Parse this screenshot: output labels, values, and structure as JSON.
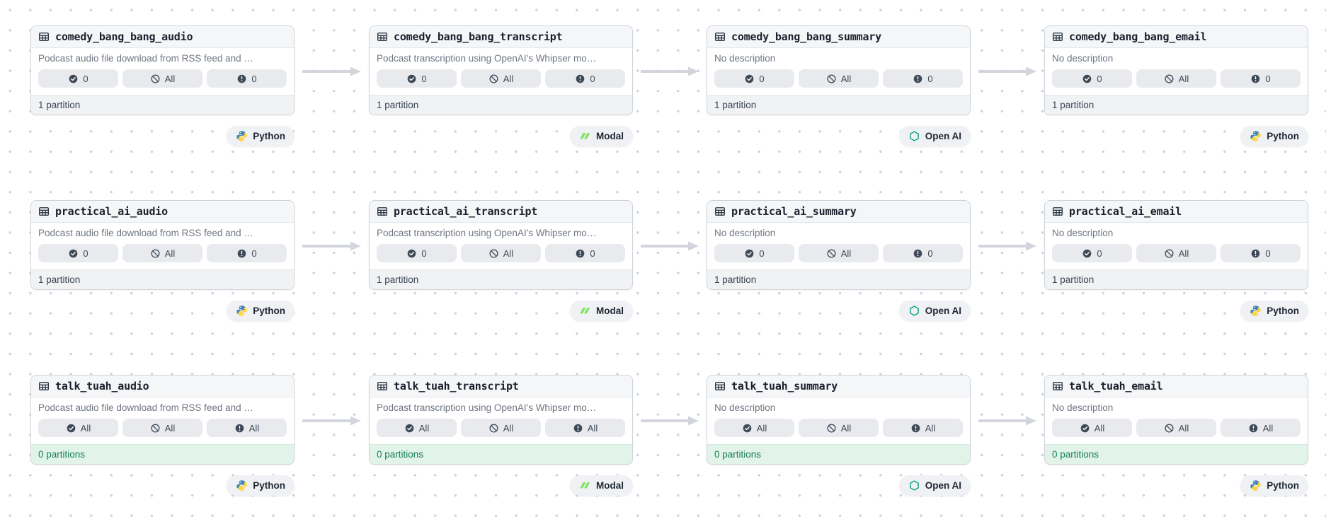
{
  "colors": {
    "arrow": "#d2d6dc",
    "dot": "#ccd0d8",
    "card-border": "#cfd4db",
    "header-bg": "#f5f6f8",
    "badge-bg": "#e8eaee",
    "footer-bg": "#f0f2f4",
    "footer-green-bg": "#e2f3e9",
    "footer-green-text": "#158055",
    "python-blue": "#4584b6",
    "python-yellow": "#ffd43b",
    "modal-green": "#7fe35f",
    "openai-green": "#10a37f"
  },
  "cards": [
    {
      "title": "comedy_bang_bang_audio",
      "description": "Podcast audio file download from RSS feed and …",
      "badges": [
        {
          "icon": "check-circle",
          "value": "0"
        },
        {
          "icon": "slash-circle",
          "value": "All"
        },
        {
          "icon": "alert-circle",
          "value": "0"
        }
      ],
      "footer": {
        "text": "1 partition",
        "variant": "default"
      },
      "tag": {
        "label": "Python",
        "icon": "python"
      }
    },
    {
      "title": "comedy_bang_bang_transcript",
      "description": "Podcast transcription using OpenAI's Whipser mo…",
      "badges": [
        {
          "icon": "check-circle",
          "value": "0"
        },
        {
          "icon": "slash-circle",
          "value": "All"
        },
        {
          "icon": "alert-circle",
          "value": "0"
        }
      ],
      "footer": {
        "text": "1 partition",
        "variant": "default"
      },
      "tag": {
        "label": "Modal",
        "icon": "modal"
      }
    },
    {
      "title": "comedy_bang_bang_summary",
      "description": "No description",
      "badges": [
        {
          "icon": "check-circle",
          "value": "0"
        },
        {
          "icon": "slash-circle",
          "value": "All"
        },
        {
          "icon": "alert-circle",
          "value": "0"
        }
      ],
      "footer": {
        "text": "1 partition",
        "variant": "default"
      },
      "tag": {
        "label": "Open AI",
        "icon": "openai"
      }
    },
    {
      "title": "comedy_bang_bang_email",
      "description": "No description",
      "badges": [
        {
          "icon": "check-circle",
          "value": "0"
        },
        {
          "icon": "slash-circle",
          "value": "All"
        },
        {
          "icon": "alert-circle",
          "value": "0"
        }
      ],
      "footer": {
        "text": "1 partition",
        "variant": "default"
      },
      "tag": {
        "label": "Python",
        "icon": "python"
      }
    },
    {
      "title": "practical_ai_audio",
      "description": "Podcast audio file download from RSS feed and …",
      "badges": [
        {
          "icon": "check-circle",
          "value": "0"
        },
        {
          "icon": "slash-circle",
          "value": "All"
        },
        {
          "icon": "alert-circle",
          "value": "0"
        }
      ],
      "footer": {
        "text": "1 partition",
        "variant": "default"
      },
      "tag": {
        "label": "Python",
        "icon": "python"
      }
    },
    {
      "title": "practical_ai_transcript",
      "description": "Podcast transcription using OpenAI's Whipser mo…",
      "badges": [
        {
          "icon": "check-circle",
          "value": "0"
        },
        {
          "icon": "slash-circle",
          "value": "All"
        },
        {
          "icon": "alert-circle",
          "value": "0"
        }
      ],
      "footer": {
        "text": "1 partition",
        "variant": "default"
      },
      "tag": {
        "label": "Modal",
        "icon": "modal"
      }
    },
    {
      "title": "practical_ai_summary",
      "description": "No description",
      "badges": [
        {
          "icon": "check-circle",
          "value": "0"
        },
        {
          "icon": "slash-circle",
          "value": "All"
        },
        {
          "icon": "alert-circle",
          "value": "0"
        }
      ],
      "footer": {
        "text": "1 partition",
        "variant": "default"
      },
      "tag": {
        "label": "Open AI",
        "icon": "openai"
      }
    },
    {
      "title": "practical_ai_email",
      "description": "No description",
      "badges": [
        {
          "icon": "check-circle",
          "value": "0"
        },
        {
          "icon": "slash-circle",
          "value": "All"
        },
        {
          "icon": "alert-circle",
          "value": "0"
        }
      ],
      "footer": {
        "text": "1 partition",
        "variant": "default"
      },
      "tag": {
        "label": "Python",
        "icon": "python"
      }
    },
    {
      "title": "talk_tuah_audio",
      "description": "Podcast audio file download from RSS feed and …",
      "badges": [
        {
          "icon": "check-circle",
          "value": "All"
        },
        {
          "icon": "slash-circle",
          "value": "All"
        },
        {
          "icon": "alert-circle",
          "value": "All"
        }
      ],
      "footer": {
        "text": "0 partitions",
        "variant": "success"
      },
      "tag": {
        "label": "Python",
        "icon": "python"
      }
    },
    {
      "title": "talk_tuah_transcript",
      "description": "Podcast transcription using OpenAI's Whipser mo…",
      "badges": [
        {
          "icon": "check-circle",
          "value": "All"
        },
        {
          "icon": "slash-circle",
          "value": "All"
        },
        {
          "icon": "alert-circle",
          "value": "All"
        }
      ],
      "footer": {
        "text": "0 partitions",
        "variant": "success"
      },
      "tag": {
        "label": "Modal",
        "icon": "modal"
      }
    },
    {
      "title": "talk_tuah_summary",
      "description": "No description",
      "badges": [
        {
          "icon": "check-circle",
          "value": "All"
        },
        {
          "icon": "slash-circle",
          "value": "All"
        },
        {
          "icon": "alert-circle",
          "value": "All"
        }
      ],
      "footer": {
        "text": "0 partitions",
        "variant": "success"
      },
      "tag": {
        "label": "Open AI",
        "icon": "openai"
      }
    },
    {
      "title": "talk_tuah_email",
      "description": "No description",
      "badges": [
        {
          "icon": "check-circle",
          "value": "All"
        },
        {
          "icon": "slash-circle",
          "value": "All"
        },
        {
          "icon": "alert-circle",
          "value": "All"
        }
      ],
      "footer": {
        "text": "0 partitions",
        "variant": "success"
      },
      "tag": {
        "label": "Python",
        "icon": "python"
      }
    }
  ]
}
